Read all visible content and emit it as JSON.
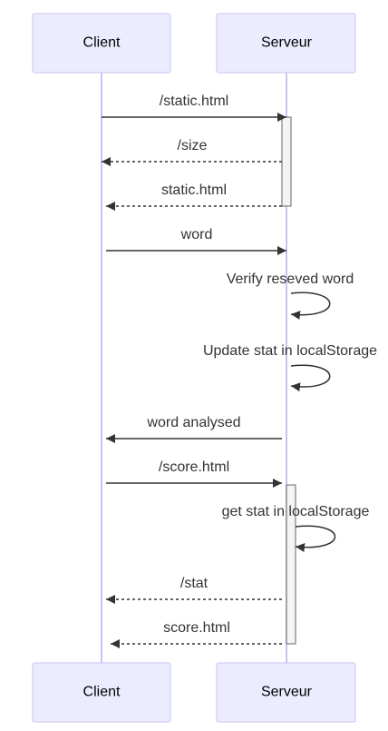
{
  "participants": {
    "client": "Client",
    "server": "Serveur"
  },
  "messages": [
    {
      "from": "client",
      "to": "server",
      "text": "/static.html",
      "style": "solid"
    },
    {
      "from": "server",
      "to": "client",
      "text": "/size",
      "style": "dashed"
    },
    {
      "from": "server",
      "to": "client",
      "text": "static.html",
      "style": "dashed"
    },
    {
      "from": "client",
      "to": "server",
      "text": "word",
      "style": "solid"
    },
    {
      "from": "server",
      "to": "server",
      "text": "Verify reseved word",
      "style": "solid"
    },
    {
      "from": "server",
      "to": "server",
      "text": "Update stat in localStorage",
      "style": "solid"
    },
    {
      "from": "server",
      "to": "client",
      "text": "word analysed",
      "style": "solid"
    },
    {
      "from": "client",
      "to": "server",
      "text": "/score.html",
      "style": "solid"
    },
    {
      "from": "server",
      "to": "server",
      "text": "get stat in localStorage",
      "style": "solid"
    },
    {
      "from": "server",
      "to": "client",
      "text": "/stat",
      "style": "dashed"
    },
    {
      "from": "server",
      "to": "client",
      "text": "score.html",
      "style": "dashed"
    }
  ],
  "colors": {
    "actor_fill": "#ececff",
    "actor_border": "#c9c4f0",
    "lifeline": "#c8c4f2",
    "arrow": "#333333"
  }
}
